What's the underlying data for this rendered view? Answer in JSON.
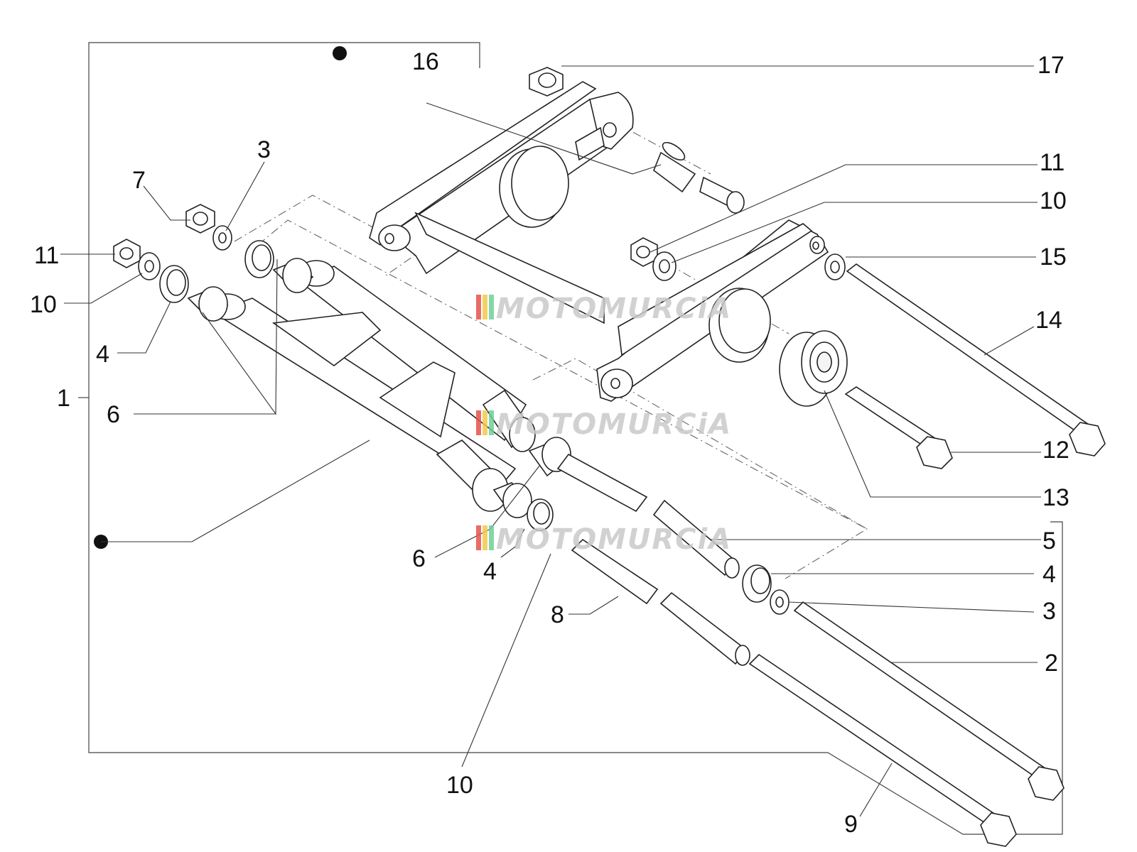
{
  "callouts": [
    {
      "id": "c17",
      "label": "17"
    },
    {
      "id": "c16",
      "label": "16"
    },
    {
      "id": "c3a",
      "label": "3"
    },
    {
      "id": "c7",
      "label": "7"
    },
    {
      "id": "c11a",
      "label": "11"
    },
    {
      "id": "c11b",
      "label": "11"
    },
    {
      "id": "c10a",
      "label": "10"
    },
    {
      "id": "c10b",
      "label": "10"
    },
    {
      "id": "c15",
      "label": "15"
    },
    {
      "id": "c14",
      "label": "14"
    },
    {
      "id": "c4a",
      "label": "4"
    },
    {
      "id": "c1",
      "label": "1"
    },
    {
      "id": "c6a",
      "label": "6"
    },
    {
      "id": "c12",
      "label": "12"
    },
    {
      "id": "c13",
      "label": "13"
    },
    {
      "id": "c5",
      "label": "5"
    },
    {
      "id": "c6b",
      "label": "6"
    },
    {
      "id": "c4b",
      "label": "4"
    },
    {
      "id": "c4c",
      "label": "4"
    },
    {
      "id": "c3b",
      "label": "3"
    },
    {
      "id": "c8",
      "label": "8"
    },
    {
      "id": "c2",
      "label": "2"
    },
    {
      "id": "c10c",
      "label": "10"
    },
    {
      "id": "c9",
      "label": "9"
    }
  ],
  "watermark": {
    "text": "MOTOMURCiA",
    "colors": [
      "#e5534b",
      "#f2c94c",
      "#6fcf97",
      "#a0a0a0"
    ]
  }
}
